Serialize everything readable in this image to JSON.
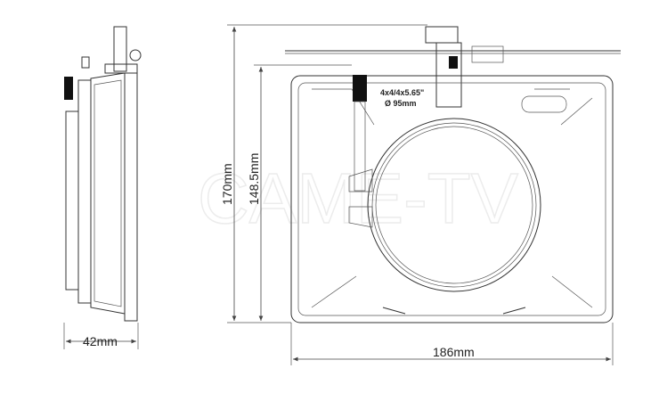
{
  "watermark": "CAME-TV",
  "dimensions": {
    "side_width": "42mm",
    "total_width": "186mm",
    "total_height": "170mm",
    "frame_height": "148.5mm"
  },
  "filter_note": {
    "line1": "4x4/4x5.65\"",
    "line2": "Ø 95mm"
  }
}
